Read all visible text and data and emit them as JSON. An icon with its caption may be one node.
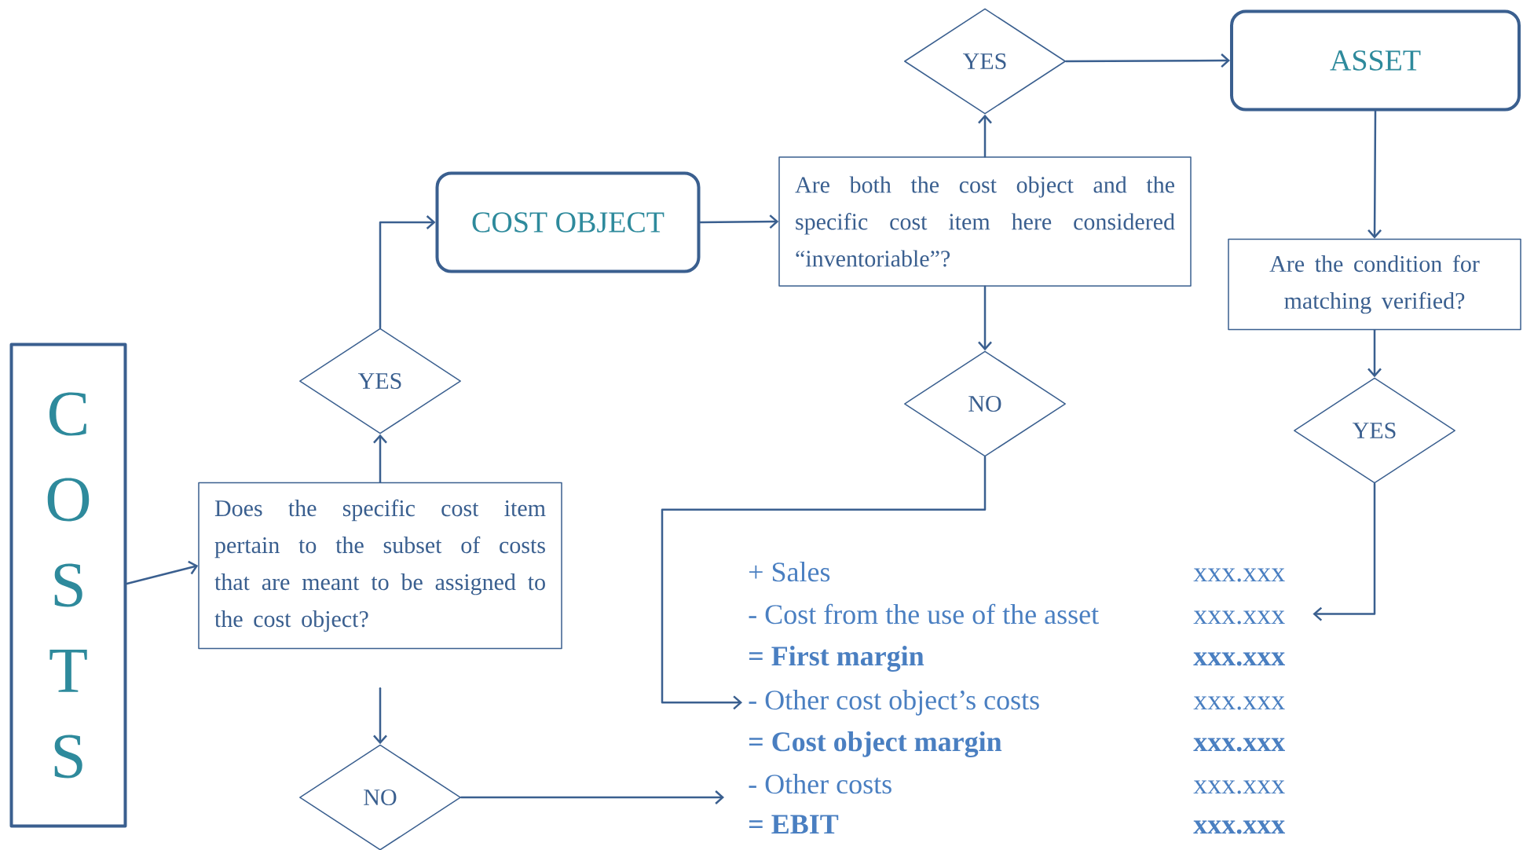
{
  "diagram": {
    "nodes": [
      {
        "text": [
          "C O S T S"
        ]
      },
      {
        "text": [
          "Does the specific cost item pertain to the subset of costs that are meant to be assigned to the cost object?"
        ]
      },
      {
        "text": [
          "YES"
        ]
      },
      {
        "text": [
          "NO"
        ]
      },
      {
        "text": [
          "COST OBJECT"
        ]
      },
      {
        "text": [
          "Are both the cost object and the specific cost item here considered “inventoriable”?"
        ]
      },
      {
        "text": [
          "YES"
        ]
      },
      {
        "text": [
          "NO"
        ]
      },
      {
        "text": [
          "ASSET"
        ]
      },
      {
        "text": [
          "Are the condition for matching verified?"
        ]
      },
      {
        "text": [
          "YES"
        ]
      },
      {
        "text": [
          "- Cost from the use of the asset",
          "xxx.xxx"
        ]
      },
      {
        "text": [
          "- Other cost object’s costs",
          "xxx.xxx"
        ]
      },
      {
        "text": [
          "- Other costs",
          "xxx.xxx"
        ]
      }
    ],
    "edges": [
      {
        "from": 0,
        "to": 1,
        "arrow": "to"
      },
      {
        "from": 1,
        "to": 2,
        "arrow": "to"
      },
      {
        "from": 1,
        "to": 3,
        "arrow": "to"
      },
      {
        "from": 2,
        "to": 4,
        "arrow": "to"
      },
      {
        "from": 4,
        "to": 5,
        "arrow": "to"
      },
      {
        "from": 5,
        "to": 6,
        "arrow": "to"
      },
      {
        "from": 5,
        "to": 7,
        "arrow": "to"
      },
      {
        "from": 6,
        "to": 8,
        "arrow": "to"
      },
      {
        "from": 8,
        "to": 9,
        "arrow": "to"
      },
      {
        "from": 9,
        "to": 10,
        "arrow": "to"
      },
      {
        "from": 10,
        "to": 11,
        "arrow": "to"
      },
      {
        "from": 7,
        "to": 12,
        "arrow": "to"
      },
      {
        "from": 3,
        "to": 13,
        "arrow": "to"
      }
    ],
    "labels": [
      "+ Sales",
      "xxx.xxx",
      "= First margin",
      "xxx.xxx",
      "= Cost object margin",
      "xxx.xxx",
      "= EBIT",
      "xxx.xxx"
    ]
  }
}
